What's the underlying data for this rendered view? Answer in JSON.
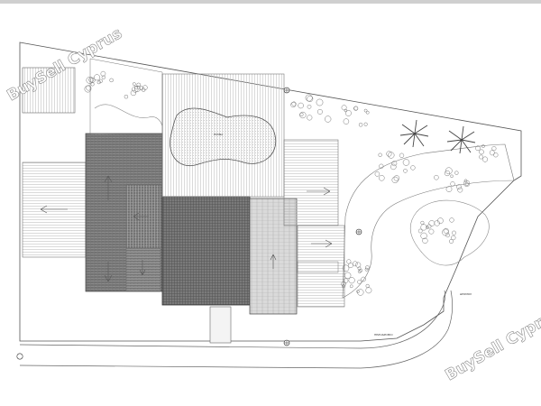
{
  "labels": {
    "pool": "ΠΙΣΙΝΑ",
    "road": "ΔΡΟΜΟΣ",
    "sidewalk": "ΠΕΖΟΔΡΟΜΙΟ"
  },
  "watermark": {
    "top_left": "BuySell Cyprus",
    "bottom_right": "BuySell Cyprus"
  },
  "colors": {
    "line": "#444444",
    "hatch": "#9a9a9a",
    "building_fill": "#6e6e6e",
    "paving": "#d8d8d8",
    "top_band": "#cfcfcf"
  }
}
